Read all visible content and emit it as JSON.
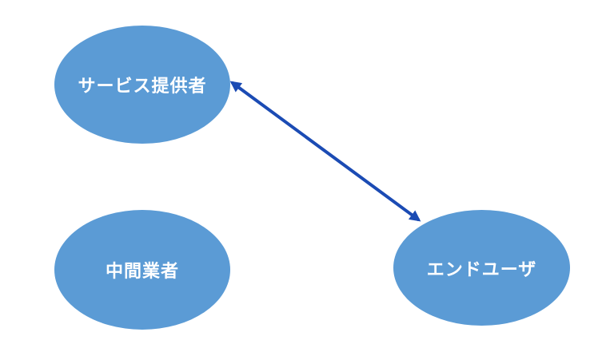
{
  "diagram": {
    "type": "node-edge-diagram",
    "colors": {
      "background": "#ffffff",
      "node_fill": "#5b9bd5",
      "node_text": "#ffffff",
      "arrow": "#1b4bb4"
    },
    "nodes": [
      {
        "id": "service-provider",
        "label": "サービス提供者",
        "shape": "ellipse"
      },
      {
        "id": "intermediary",
        "label": "中間業者",
        "shape": "ellipse"
      },
      {
        "id": "end-user",
        "label": "エンドユーザ",
        "shape": "ellipse"
      }
    ],
    "edges": [
      {
        "from": "service-provider",
        "to": "end-user",
        "style": "double-headed-arrow"
      }
    ]
  }
}
